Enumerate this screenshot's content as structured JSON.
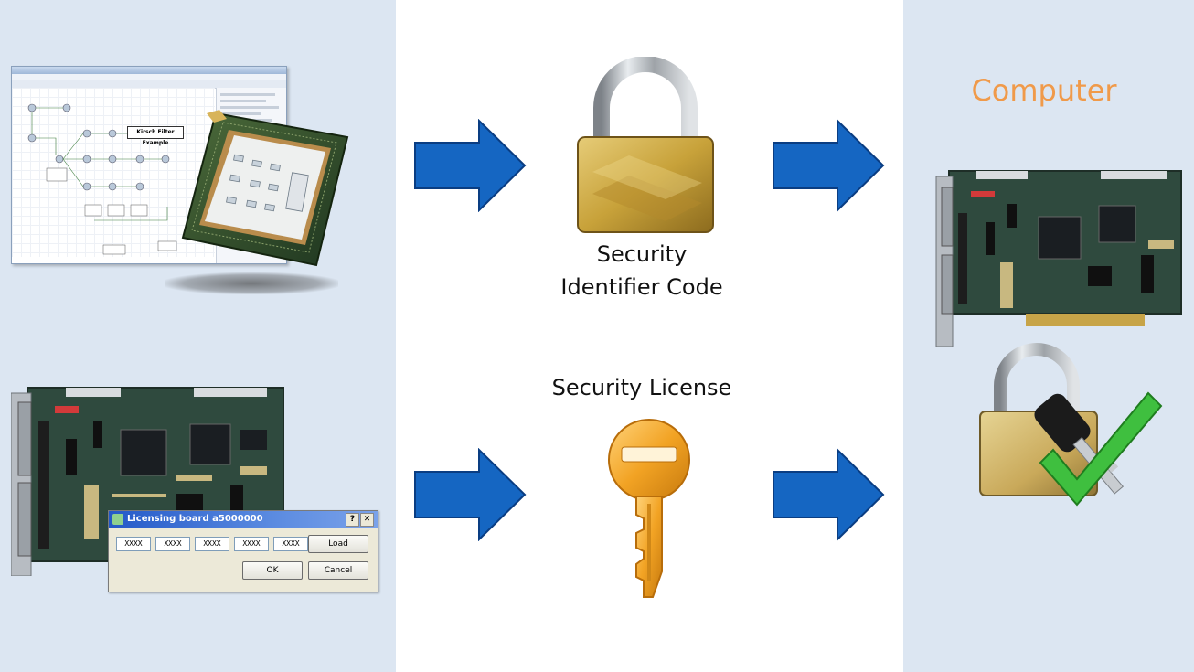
{
  "captions": {
    "identifier_line1": "Security",
    "identifier_line2": "Identifier Code",
    "license": "Security License",
    "computer": "Computer"
  },
  "software_window": {
    "example_title": "Kirsch Filter Example"
  },
  "licensing_dialog": {
    "title": "Licensing board a5000000",
    "help_glyph": "?",
    "close_glyph": "✕",
    "code_fields": [
      "XXXX",
      "XXXX",
      "XXXX",
      "XXXX",
      "XXXX"
    ],
    "load_label": "Load",
    "ok_label": "OK",
    "cancel_label": "Cancel"
  },
  "colors": {
    "panel_background": "#dce6f2",
    "arrow_fill": "#1566c2",
    "arrow_stroke": "#0a3d82",
    "computer_title": "#f09a4a",
    "board_green": "#2f4a3e",
    "lock_gold": "#c8a23a",
    "key_orange": "#f2a324",
    "check_green": "#3fbf3f"
  },
  "icons": {
    "padlock": "padlock-icon",
    "key": "key-icon",
    "licensed_lock": "lock-key-check-icon",
    "arrow": "right-arrow-icon",
    "frame_grabber_board": "frame-grabber-board-icon",
    "fpga_chip": "fpga-chip-icon"
  }
}
